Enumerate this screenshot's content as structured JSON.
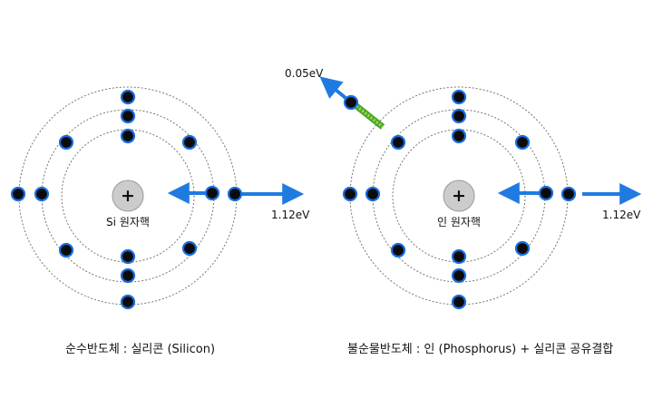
{
  "left_atom": {
    "nucleus_symbol": "+",
    "nucleus_label": "Si 원자핵",
    "energy_label": "1.12eV",
    "caption": "순수반도체 : 실리콘 (Silicon)"
  },
  "right_atom": {
    "nucleus_symbol": "+",
    "nucleus_label": "인 원자핵",
    "energy_label": "1.12eV",
    "free_electron_label": "0.05eV",
    "caption": "불순물반도체 : 인 (Phosphorus) + 실리콘 공유결합"
  },
  "colors": {
    "electron_fill": "#0b0b0b",
    "electron_ring": "#1a6fe0",
    "arrow": "#1f7be0",
    "orbit": "#777777",
    "nucleus": "#cccccc",
    "bond_dots": "#4aa82a",
    "bond_fill": "#a8d85a"
  }
}
